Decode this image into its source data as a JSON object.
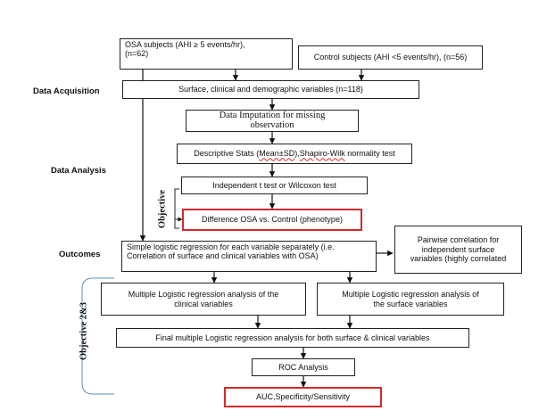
{
  "stages": {
    "acquisition": "Data Acquisition",
    "analysis": "Data Analysis",
    "outcomes": "Outcomes"
  },
  "objectives": {
    "one": "Objective",
    "two_three": "Objective 2&3"
  },
  "boxes": {
    "osa_subjects": {
      "line1": "OSA subjects (AHI ≥ 5 events/hr),",
      "line2": "(n=62)"
    },
    "control_subjects": "Control subjects (AHI <5 events/hr), (n=56)",
    "variables": "Surface, clinical and demographic variables (n=118)",
    "imputation": {
      "line1": "Data Imputation for missing",
      "line2": "observation"
    },
    "descriptive": {
      "part1": "Descriptive Stats (",
      "underlined": "Mean±SD",
      "part2": "),",
      "underlined2": "Shapiro-Wilk",
      "part3": " normality test"
    },
    "ttest": "Independent t test or Wilcoxon test",
    "difference": "Difference OSA vs. Control (phenotype)",
    "simple_logistic": {
      "line1": "Simple logistic regression for each variable separately (i.e.",
      "line2": "Correlation of surface and clinical variables with OSA)"
    },
    "pairwise": {
      "line1": "Pairwise correlation for",
      "line2": "independent surface",
      "line3": "variables (highly correlated"
    },
    "multiple_clinical": {
      "line1": "Multiple Logistic regression analysis of the",
      "line2": "clinical variables"
    },
    "multiple_surface": {
      "line1": "Multiple Logistic regression analysis of",
      "line2": "the surface variables"
    },
    "final_multiple": "Final multiple Logistic regression analysis for both surface & clinical variables",
    "roc": "ROC Analysis",
    "auc": "AUC,Specificity/Sensitivity"
  },
  "colors": {
    "highlight": "#d42a2a",
    "line": "#222222",
    "bracket": "#5b8fc7"
  }
}
